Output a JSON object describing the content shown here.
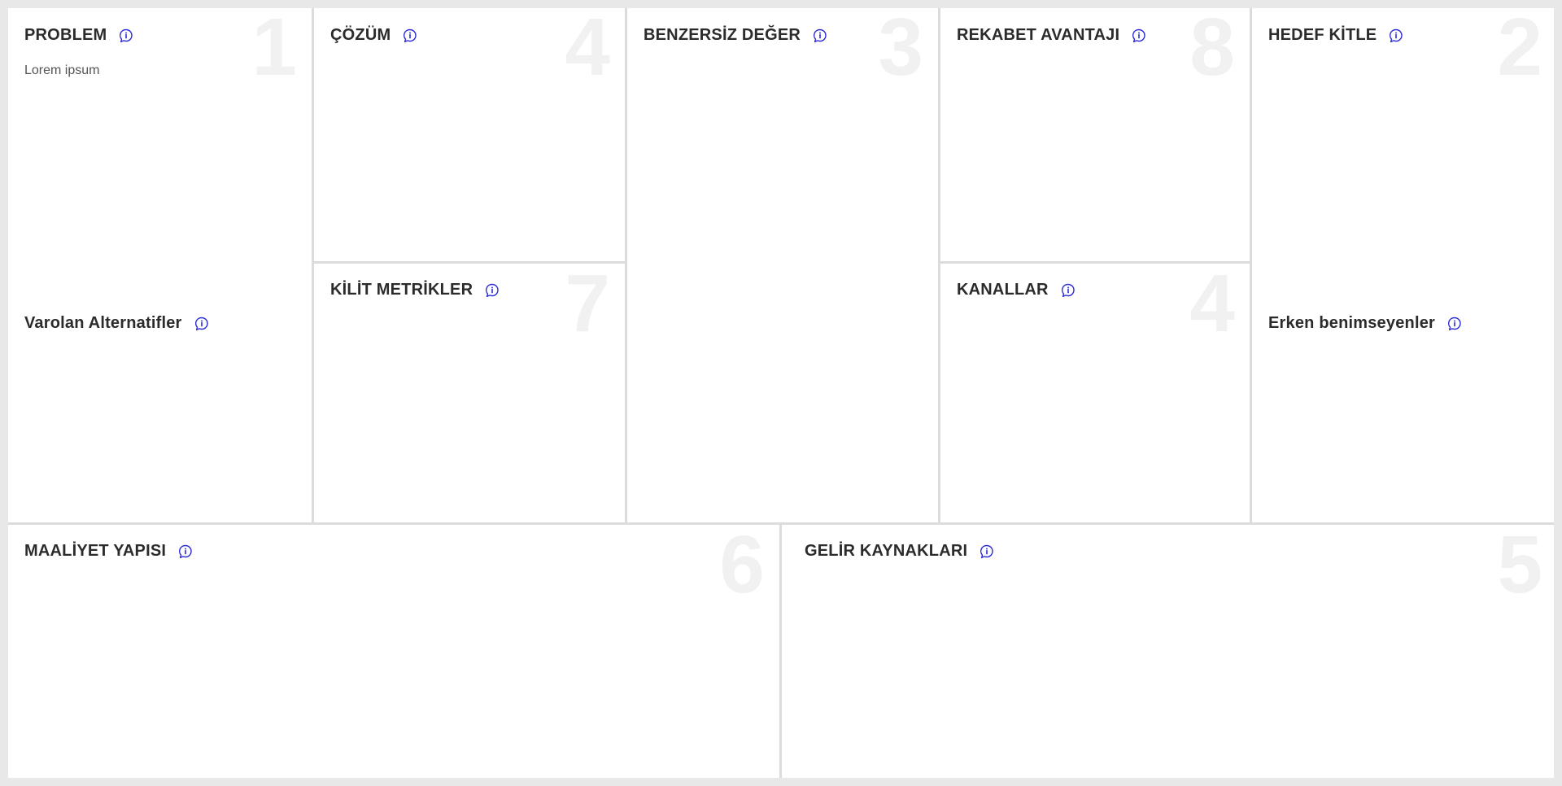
{
  "canvas": {
    "problem": {
      "title": "PROBLEM",
      "number": "1",
      "note": "Lorem ipsum",
      "sub_title": "Varolan Alternatifler"
    },
    "solution": {
      "title": "ÇÖZÜM",
      "number": "4"
    },
    "key_metrics": {
      "title": "KİLİT METRİKLER",
      "number": "7"
    },
    "unique_value": {
      "title": "BENZERSİZ DEĞER",
      "number": "3"
    },
    "unfair_advantage": {
      "title": "REKABET AVANTAJI",
      "number": "8"
    },
    "channels": {
      "title": "KANALLAR",
      "number": "4"
    },
    "customer_segments": {
      "title": "HEDEF KİTLE",
      "number": "2",
      "sub_title": "Erken benimseyenler"
    },
    "cost_structure": {
      "title": "MAALİYET YAPISI",
      "number": "6"
    },
    "revenue_streams": {
      "title": "GELİR KAYNAKLARI",
      "number": "5"
    }
  },
  "icons": {
    "info": "chat-bubble-info-icon",
    "info_color": "#2a2ad6"
  },
  "colors": {
    "background": "#e8e8e8",
    "cell": "#ffffff",
    "title": "#2b2b2b",
    "big_number": "#f1f1f1"
  }
}
